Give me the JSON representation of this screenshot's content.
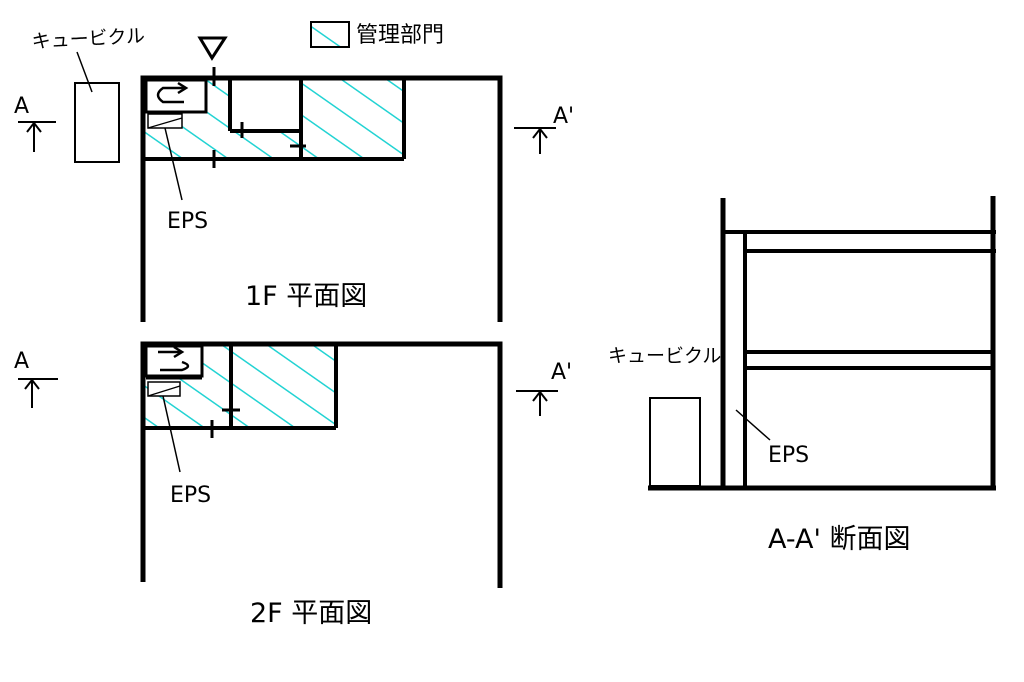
{
  "legend": {
    "label": "管理部門",
    "color": "#22d3d3"
  },
  "colors": {
    "ink": "#000000",
    "hatch": "#22d3d3"
  },
  "plan1f": {
    "title": "1F 平面図",
    "cubicle": "キュービクル",
    "eps": "EPS",
    "section_a": "A",
    "section_a_prime": "A'"
  },
  "plan2f": {
    "title": "2F 平面図",
    "eps": "EPS",
    "section_a": "A",
    "section_a_prime": "A'"
  },
  "section": {
    "title": "A-A' 断面図",
    "cubicle": "キュービクル",
    "eps": "EPS"
  }
}
